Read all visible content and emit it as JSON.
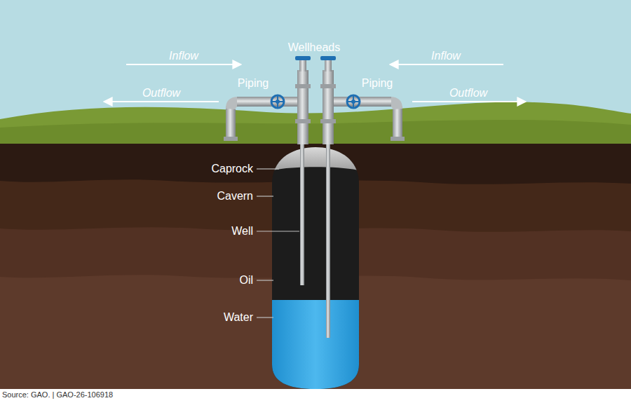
{
  "diagram": {
    "caption": "Source: GAO. | GAO-26-106918",
    "labels": [
      "Wellheads",
      "Inflow",
      "Inflow",
      "Piping",
      "Piping",
      "Outflow",
      "Outflow",
      "Caprock",
      "Cavern",
      "Well",
      "Oil",
      "Water"
    ]
  }
}
